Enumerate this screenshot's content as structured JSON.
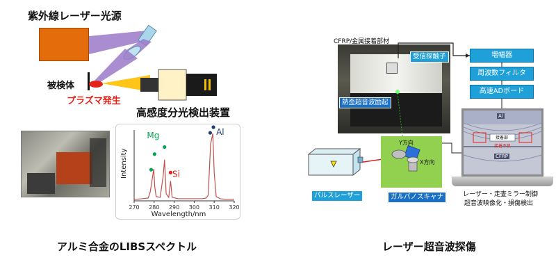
{
  "libs": {
    "source_label": "紫外線レーザー光源",
    "sample_label": "被検体",
    "plasma_label": "プラズマ発生",
    "detector_label": "高感度分光検出装置",
    "caption": "アルミ合金のLIBSスペクトル"
  },
  "ut": {
    "material_label": "CFRP/金属接着部材",
    "receiver_label": "受信探触子",
    "excitation_label": "熱歪超音波励起",
    "pulse_laser_label": "パルスレーザー",
    "scanner_label": "ガルバノスキャナ",
    "ydir_label": "Y方向",
    "xdir_label": "X方向",
    "amp_label": "増幅器",
    "filter_label": "周波数フィルタ",
    "ad_label": "高速ADボード",
    "screen_al": "Al",
    "screen_bond": "接着部",
    "screen_defect": "接着不良",
    "screen_cfrp": "CFRP",
    "laptop_line1": "レーザー・走査ミラー制御",
    "laptop_line2": "超音波映像化・損傷検出",
    "caption": "レーザー超音波探傷"
  },
  "colors": {
    "source": "#e46c0a",
    "beam": "#9b79c8",
    "plasma": "#e2231a",
    "emission": "#ffc000",
    "spectrum_line": "#c0504d",
    "mg_dot": "#00a651",
    "si_dot": "#e2231a",
    "al_dot": "#1f3e78",
    "box_blue": "#1fa0d8",
    "scanner_green": "#92d050"
  },
  "chart_data": {
    "type": "line",
    "title": "",
    "xlabel": "Wavelength/nm",
    "ylabel": "Intensity",
    "xlim": [
      270,
      320
    ],
    "xticks": [
      270,
      280,
      290,
      300,
      310,
      320
    ],
    "ylim": [
      0,
      1
    ],
    "grid": false,
    "series": [
      {
        "x": [
          270,
          274,
          277,
          278,
          279,
          279.8,
          280.3,
          281,
          283,
          284.5,
          285.2,
          286,
          287.3,
          288.2,
          289,
          292,
          296,
          300,
          304,
          306,
          307,
          308.2,
          309.3,
          310,
          311,
          313,
          316,
          320
        ],
        "y": [
          0.02,
          0.03,
          0.04,
          0.12,
          0.3,
          0.45,
          0.2,
          0.06,
          0.05,
          0.35,
          0.58,
          0.1,
          0.05,
          0.28,
          0.05,
          0.03,
          0.03,
          0.03,
          0.03,
          0.04,
          0.08,
          0.8,
          0.95,
          0.4,
          0.06,
          0.03,
          0.02,
          0.02
        ]
      }
    ],
    "annotations": [
      {
        "text": "Mg",
        "color": "#00a651",
        "x": 279.5,
        "y": 0.88
      },
      {
        "text": "Si",
        "color": "#e2231a",
        "x": 291,
        "y": 0.34
      },
      {
        "text": "Al",
        "color": "#1f3e78",
        "x": 313,
        "y": 0.93
      }
    ],
    "markers": [
      {
        "x": 278.5,
        "y": 0.4,
        "color": "#00a651"
      },
      {
        "x": 280.2,
        "y": 0.62,
        "color": "#00a651"
      },
      {
        "x": 285.2,
        "y": 0.72,
        "color": "#00a651"
      },
      {
        "x": 288.2,
        "y": 0.36,
        "color": "#e2231a"
      },
      {
        "x": 308.0,
        "y": 0.92,
        "color": "#1f3e78"
      },
      {
        "x": 309.6,
        "y": 1.0,
        "color": "#1f3e78"
      }
    ]
  }
}
